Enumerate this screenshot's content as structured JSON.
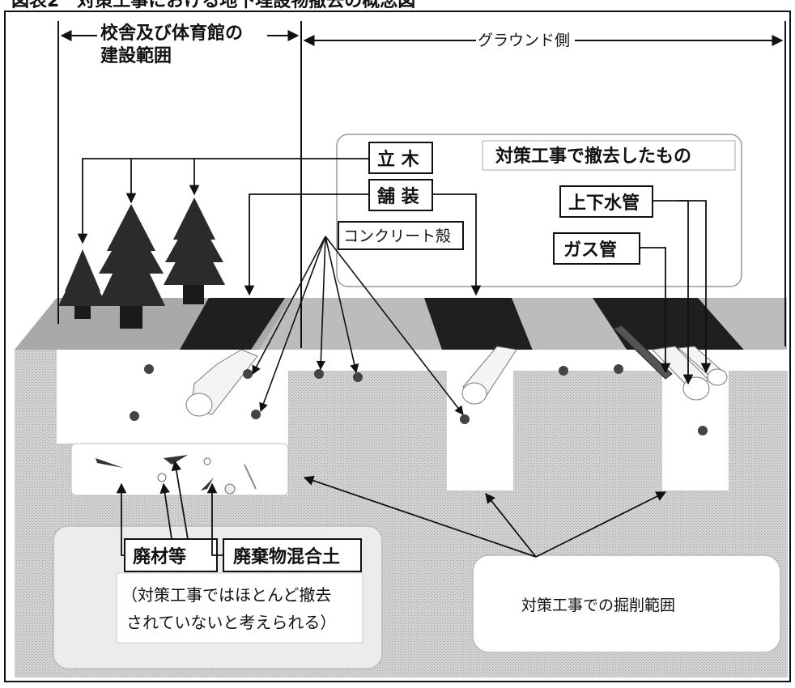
{
  "caption": "図表2　対策工事における地下埋設物撤去の概念図",
  "top": {
    "building_range": [
      "校舎及び体育館の",
      "建設範囲"
    ],
    "ground_side": "グラウンド側"
  },
  "removed": {
    "title": "対策工事で撤去したもの",
    "standing_trees": "立 木",
    "pavement": "舗 装",
    "concrete_debris": "コンクリート殻",
    "water_pipe": "上下水管",
    "gas_pipe": "ガス管"
  },
  "not_removed": {
    "waste_materials": "廃材等",
    "waste_mixed_soil": "廃棄物混合土",
    "note": [
      "（対策工事ではほとんど撤去",
      "されていないと考えられる）"
    ]
  },
  "excavation": {
    "label": "対策工事での掘削範囲"
  },
  "colors": {
    "ground": "#d4d4d4",
    "surface": "#b9b9b9",
    "pavement": "#1f1f1f",
    "tree": "#2b2b2b",
    "excavation": "#ffffff",
    "line": "#111111"
  }
}
